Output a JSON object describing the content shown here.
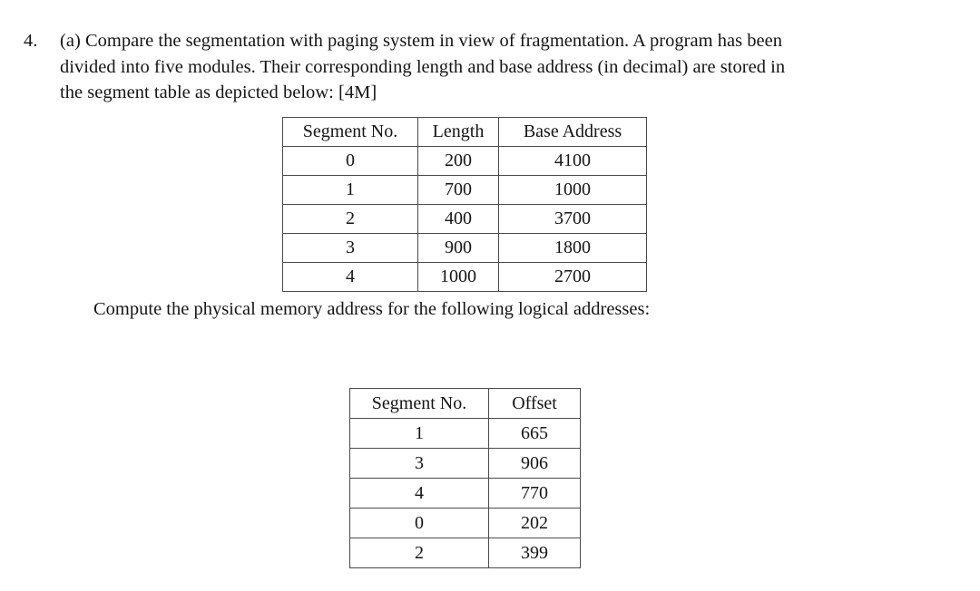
{
  "question": {
    "number": "4.",
    "lines": [
      "(a) Compare the segmentation with paging system in view of fragmentation. A program has been",
      "divided into five modules. Their corresponding length and base address (in decimal) are stored in",
      "the segment table as depicted below: [4M]"
    ],
    "compute_prompt": "Compute the physical memory address for the following logical addresses:"
  },
  "segment_table": {
    "headers": [
      "Segment No.",
      "Length",
      "Base Address"
    ],
    "rows": [
      [
        "0",
        "200",
        "4100"
      ],
      [
        "1",
        "700",
        "1000"
      ],
      [
        "2",
        "400",
        "3700"
      ],
      [
        "3",
        "900",
        "1800"
      ],
      [
        "4",
        "1000",
        "2700"
      ]
    ]
  },
  "address_table": {
    "headers": [
      "Segment No.",
      "Offset"
    ],
    "rows": [
      [
        "1",
        "665"
      ],
      [
        "3",
        "906"
      ],
      [
        "4",
        "770"
      ],
      [
        "0",
        "202"
      ],
      [
        "2",
        "399"
      ]
    ]
  },
  "style": {
    "page_background": "#ffffff",
    "text_color": "#151515",
    "table_border_color": "#4a4a4a"
  }
}
